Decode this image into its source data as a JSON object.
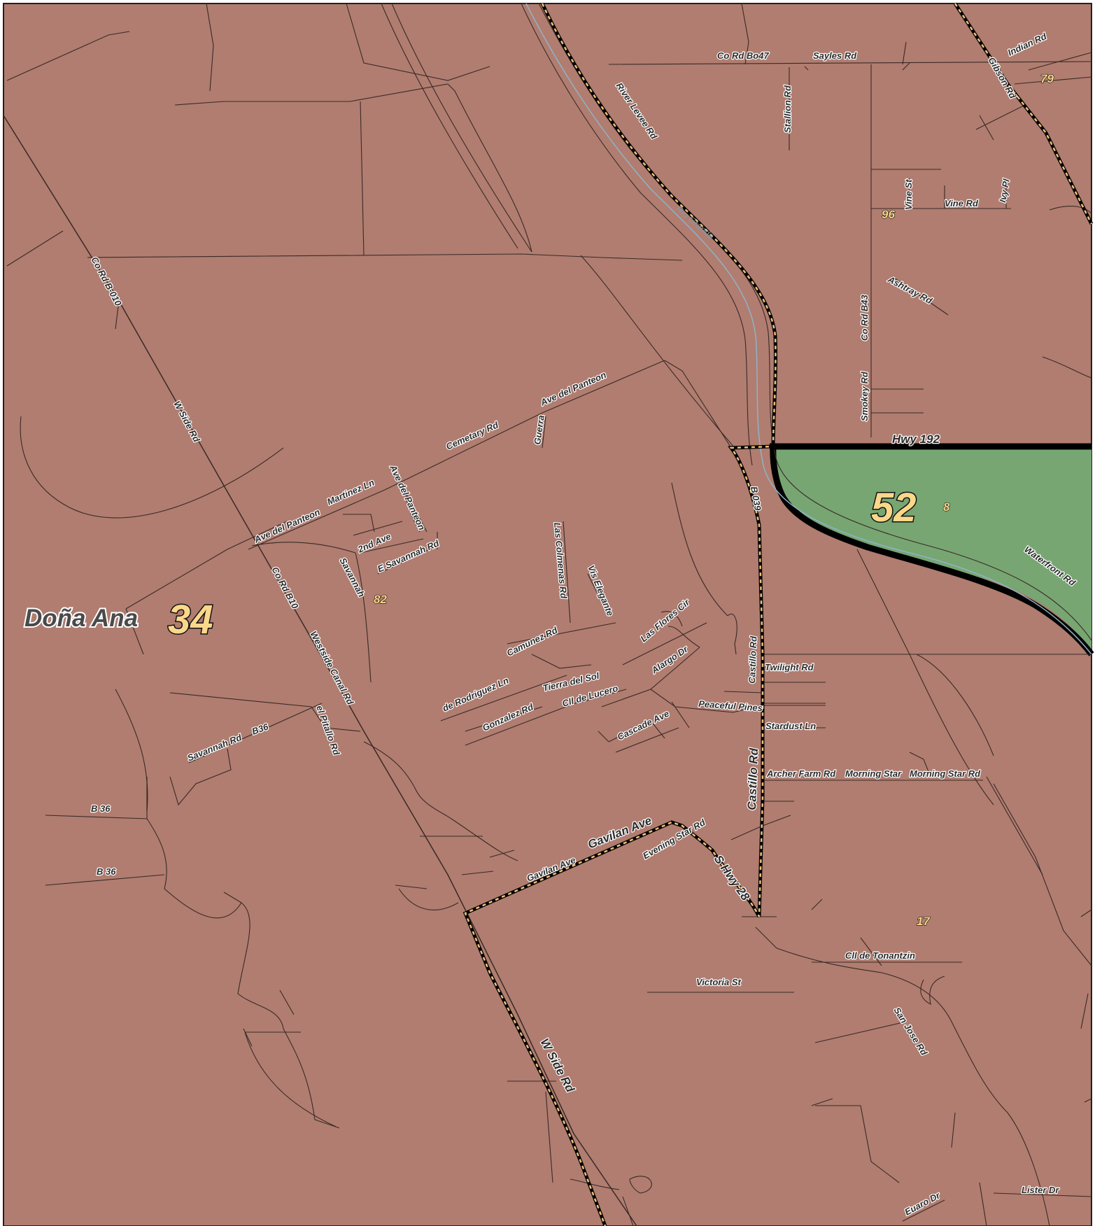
{
  "colors": {
    "land": "#b07d70",
    "district_52": "#77a672",
    "river": "#8fb3c6",
    "boundary_dash": "#f0c27a",
    "road": "#3a2a26"
  },
  "place": {
    "name": "Doña Ana"
  },
  "districts": [
    {
      "id": "34",
      "label": "34"
    },
    {
      "id": "52",
      "label": "52"
    }
  ],
  "precincts": [
    "79",
    "96",
    "8",
    "82",
    "17"
  ],
  "river": {
    "label": "Rio Grande"
  },
  "roads": {
    "co_rd_bo47": "Co Rd Bo47",
    "sayles_rd": "Sayles Rd",
    "indian_rd": "Indian Rd",
    "gibson_rd": "Gibson Rd",
    "river_levee_rd": "River Levee Rd",
    "stallion_rd": "Stallion Rd",
    "vine_st": "Vine St",
    "vine_rd": "Vine Rd",
    "ivy_pl": "Ivy Pl",
    "ashtray_rd": "Ashtray Rd",
    "co_rd_b43": "Co Rd B43",
    "smokey_rd": "Smokey Rd",
    "hwy_192": "Hwy 192",
    "co_rd_b010": "Co Rd B-010",
    "w_side_rd": "W Side Rd",
    "w_side_rd_2": "W Side Rd",
    "ave_del_panteon_1": "Ave del Panteon",
    "ave_del_panteon_2": "Ave del Panteon",
    "ave_del_panteon_3": "Ave del Panteon",
    "guerra": "Guerra",
    "cemetary_rd": "Cemetary Rd",
    "martinez_ln": "Martinez Ln",
    "second_ave": "2nd Ave",
    "e_savannah_rd": "E Savannah Rd",
    "savannah": "Savannah",
    "co_rd_b10": "Co Rd B10",
    "b039": "B 039",
    "waterfront_rd": "Waterfront Rd",
    "las_colmenas_rd": "Las Colmenas Rd",
    "vis_elegante": "Vis Elegante",
    "las_flores_cir": "Las Flores Cir",
    "castillo_rd_1": "Castillo Rd",
    "castillo_rd_2": "Castillo Rd",
    "twilight_rd": "Twilight Rd",
    "camunez_rd": "Camunez Rd",
    "alargo_dr": "Alargo Dr",
    "westside_canal_rd": "Westside Canal Rd",
    "de_rodriguez_ln": "de Rodriguez Ln",
    "tierra_del_sol": "Tierra del Sol",
    "cll_de_lucero": "Cll de Lucero",
    "peaceful_pines": "Peaceful Pines",
    "gonzalez_rd": "Gonzalez Rd",
    "stardust_ln": "Stardust Ln",
    "cascade_ave": "Cascade Ave",
    "el_pitallo_rd": "el Pitallo Rd",
    "savannah_rd": "Savannah Rd",
    "b36_a": "B36",
    "archer_farm_rd": "Archer Farm Rd",
    "morning_star": "Morning Star",
    "morning_star_rd": "Morning Star Rd",
    "b_36_a": "B 36",
    "b_36_b": "B 36",
    "gavilan_ave_1": "Gavilan Ave",
    "gavilan_ave_2": "Gavilan Ave",
    "evening_star_rd": "Evening Star Rd",
    "s_hwy_28": "S Hwy 28",
    "cll_de_tonantzin": "Cll de Tonantzin",
    "victoria_st": "Victoria St",
    "san_jose_rd": "San Jose Rd",
    "lister_dr": "Lister Dr",
    "euaro_dr": "Euaro Dr"
  }
}
